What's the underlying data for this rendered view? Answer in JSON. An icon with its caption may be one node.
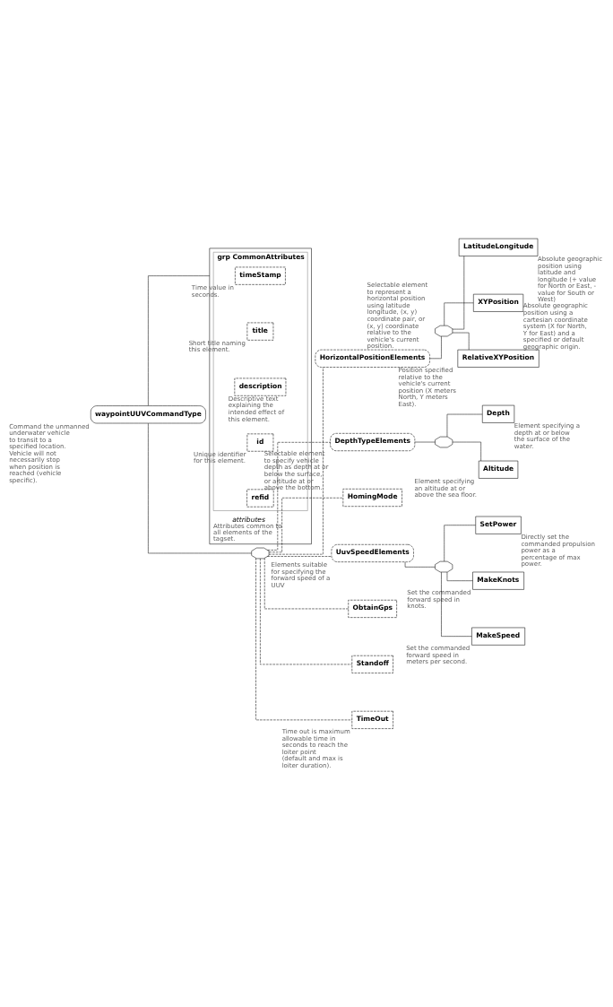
{
  "diagram": {
    "nodes": [
      {
        "text": [
          "waypointUUVCommandType"
        ],
        "beside": [
          "Command the unmanned underwater vehicle to transit to a specified location. Vehicle will not necessarily stop when position is reached (vehicle specific)."
        ]
      },
      {
        "text": [
          "attributes"
        ],
        "beside": [
          "Attributes common to all elements of the tagset."
        ]
      },
      {
        "text": [
          "grp CommonAttributes"
        ],
        "in": 1
      },
      {
        "text": [
          "timeStamp"
        ],
        "in": 2,
        "beside": [
          "Time value in seconds."
        ]
      },
      {
        "text": [
          "title"
        ],
        "in": 2,
        "beside": [
          "Short title naming this element."
        ]
      },
      {
        "text": [
          "description"
        ],
        "in": 2,
        "beside": [
          "Descriptive text explaining the intended effect of this element."
        ]
      },
      {
        "text": [
          "id"
        ],
        "in": 2,
        "beside": [
          "Unique identifier for this element."
        ]
      },
      {
        "text": [
          "refid"
        ],
        "in": 2
      },
      {
        "text": [],
        "shape": "octagon"
      },
      {
        "text": [
          "HorizontalPositionElements"
        ],
        "beside": [
          "Selectable element to represent a horizontal position using latitude longitude, (x, y) coordinate pair, or (x, y) coordinate relative to the vehicle's current position."
        ]
      },
      {
        "text": [],
        "shape": "octagon"
      },
      {
        "text": [
          "LatitudeLongitude"
        ],
        "beside": [
          "Absolute geographic position using latitude and longitude (+ value for North or East, - value for South or West)"
        ]
      },
      {
        "text": [
          "XYPosition"
        ],
        "beside": [
          "Absolute geographic position using a cartesian coordinate system (X for North, Y for East) and a specified or default geographic origin."
        ]
      },
      {
        "text": [
          "RelativeXYPosition"
        ],
        "beside": [
          "Position specified relative to the vehicle's current position (X meters North, Y meters East)."
        ]
      },
      {
        "text": [
          "DepthTypeElements"
        ],
        "beside": [
          "Selectable element to specify vehicle depth as depth at or below the surface, or altitude at or above the bottom."
        ]
      },
      {
        "text": [],
        "shape": "octagon"
      },
      {
        "text": [
          "Depth"
        ],
        "beside": [
          "Element specifying a depth at or below the surface of the water."
        ]
      },
      {
        "text": [
          "Altitude"
        ],
        "beside": [
          "Element specifying an altitude at or above the sea floor."
        ]
      },
      {
        "text": [
          "HomingMode"
        ]
      },
      {
        "text": [
          "UuvSpeedElements"
        ],
        "beside": [
          "Elements suitable for specifying the forward speed of a UUV"
        ]
      },
      {
        "text": [],
        "shape": "octagon"
      },
      {
        "text": [
          "SetPower"
        ],
        "beside": [
          "Directly set the commanded propulsion power as a percentage of max power."
        ]
      },
      {
        "text": [
          "MakeKnots"
        ],
        "beside": [
          "Set the commanded forward speed in knots."
        ]
      },
      {
        "text": [
          "MakeSpeed"
        ],
        "beside": [
          "Set the commanded forward speed in meters per second."
        ]
      },
      {
        "text": [
          "ObtainGps"
        ]
      },
      {
        "text": [
          "Standoff"
        ]
      },
      {
        "text": [
          "TimeOut"
        ],
        "beside": [
          "Time out is maximum allowable time in seconds to reach the loiter point (default and max is loiter duration)."
        ]
      }
    ],
    "edges": [
      {
        "from": 0,
        "to": 1,
        "arrow": "none"
      },
      {
        "from": 0,
        "to": 8,
        "arrow": "none"
      },
      {
        "from": 8,
        "to": 9,
        "arrow": "none",
        "style": "dashed"
      },
      {
        "from": 9,
        "to": 10,
        "arrow": "none"
      },
      {
        "from": 10,
        "to": 11,
        "arrow": "none"
      },
      {
        "from": 10,
        "to": 12,
        "arrow": "none"
      },
      {
        "from": 10,
        "to": 13,
        "arrow": "none"
      },
      {
        "from": 8,
        "to": 14,
        "arrow": "none",
        "style": "dashed"
      },
      {
        "from": 14,
        "to": 15,
        "arrow": "none"
      },
      {
        "from": 15,
        "to": 16,
        "arrow": "none"
      },
      {
        "from": 15,
        "to": 17,
        "arrow": "none"
      },
      {
        "from": 8,
        "to": 18,
        "arrow": "none",
        "style": "dashed"
      },
      {
        "from": 8,
        "to": 19,
        "arrow": "none",
        "style": "dashed"
      },
      {
        "from": 19,
        "to": 20,
        "arrow": "none"
      },
      {
        "from": 20,
        "to": 21,
        "arrow": "none"
      },
      {
        "from": 20,
        "to": 22,
        "arrow": "none"
      },
      {
        "from": 20,
        "to": 23,
        "arrow": "none"
      },
      {
        "from": 8,
        "to": 24,
        "arrow": "none",
        "style": "dashed"
      },
      {
        "from": 8,
        "to": 25,
        "arrow": "none",
        "style": "dashed"
      },
      {
        "from": 8,
        "to": 26,
        "arrow": "none",
        "style": "dashed"
      }
    ]
  }
}
